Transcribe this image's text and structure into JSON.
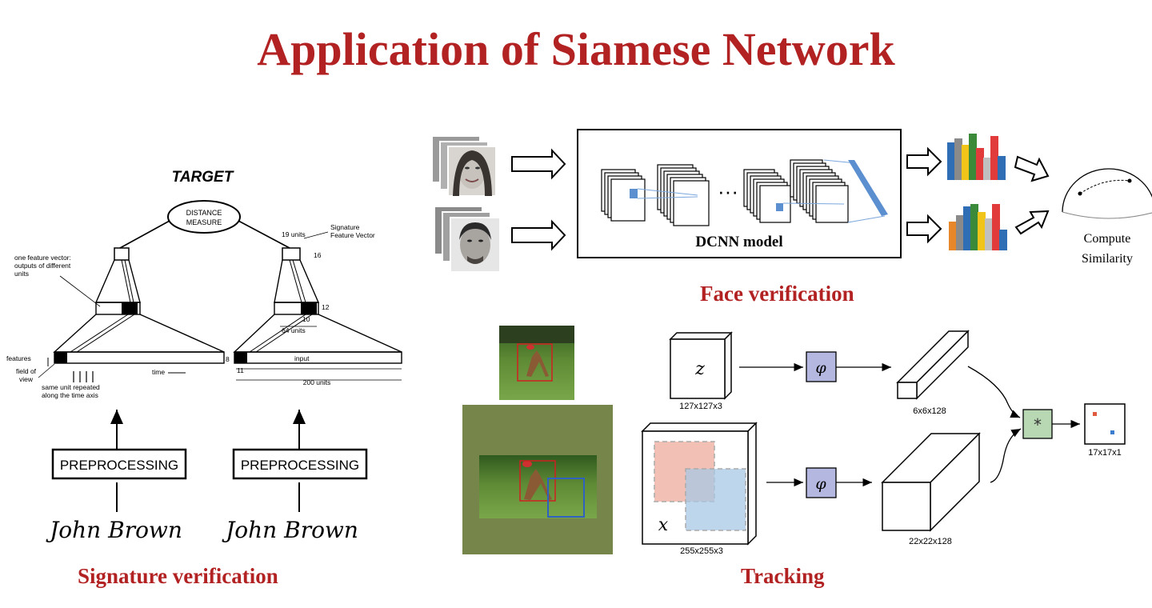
{
  "title": "Application of Siamese Network",
  "signature": {
    "caption": "Signature verification",
    "target_label": "TARGET",
    "distance_label_1": "DISTANCE",
    "distance_label_2": "MEASURE",
    "units_19": "19 units",
    "sig_feature_1": "Signature",
    "sig_feature_2": "Feature Vector",
    "one_feature_1": "one feature vector:",
    "one_feature_2": "outputs of different",
    "one_feature_3": "units",
    "n16": "16",
    "n12": "12",
    "n10": "10",
    "units_64": "64 units",
    "n8": "8",
    "input_label": "input",
    "n11": "11",
    "units_200": "200 units",
    "features_label": "features",
    "field_1": "field of",
    "field_2": "view",
    "repeat_1": "same unit repeated",
    "repeat_2": "along the time axis",
    "time_label": "time",
    "preprocessing_left": "PREPROCESSING",
    "preprocessing_right": "PREPROCESSING",
    "signature_left": "John Brown",
    "signature_right": "John Brown"
  },
  "face": {
    "caption": "Face verification",
    "model_label": "DCNN model",
    "compute_1": "Compute",
    "compute_2": "Similarity",
    "colors": [
      "#2f6db5",
      "#8a8a8a",
      "#f0c419",
      "#3a8a3a",
      "#e23b3b",
      "#c0c0c0",
      "#e8862a",
      "#4a4a8a"
    ]
  },
  "tracking": {
    "caption": "Tracking",
    "z_symbol": "z",
    "x_symbol": "x",
    "phi_symbol": "φ",
    "star_symbol": "*",
    "z_size": "127x127x3",
    "x_size": "255x255x3",
    "feat_small": "6x6x128",
    "feat_large": "22x22x128",
    "score_map": "17x17x1"
  }
}
